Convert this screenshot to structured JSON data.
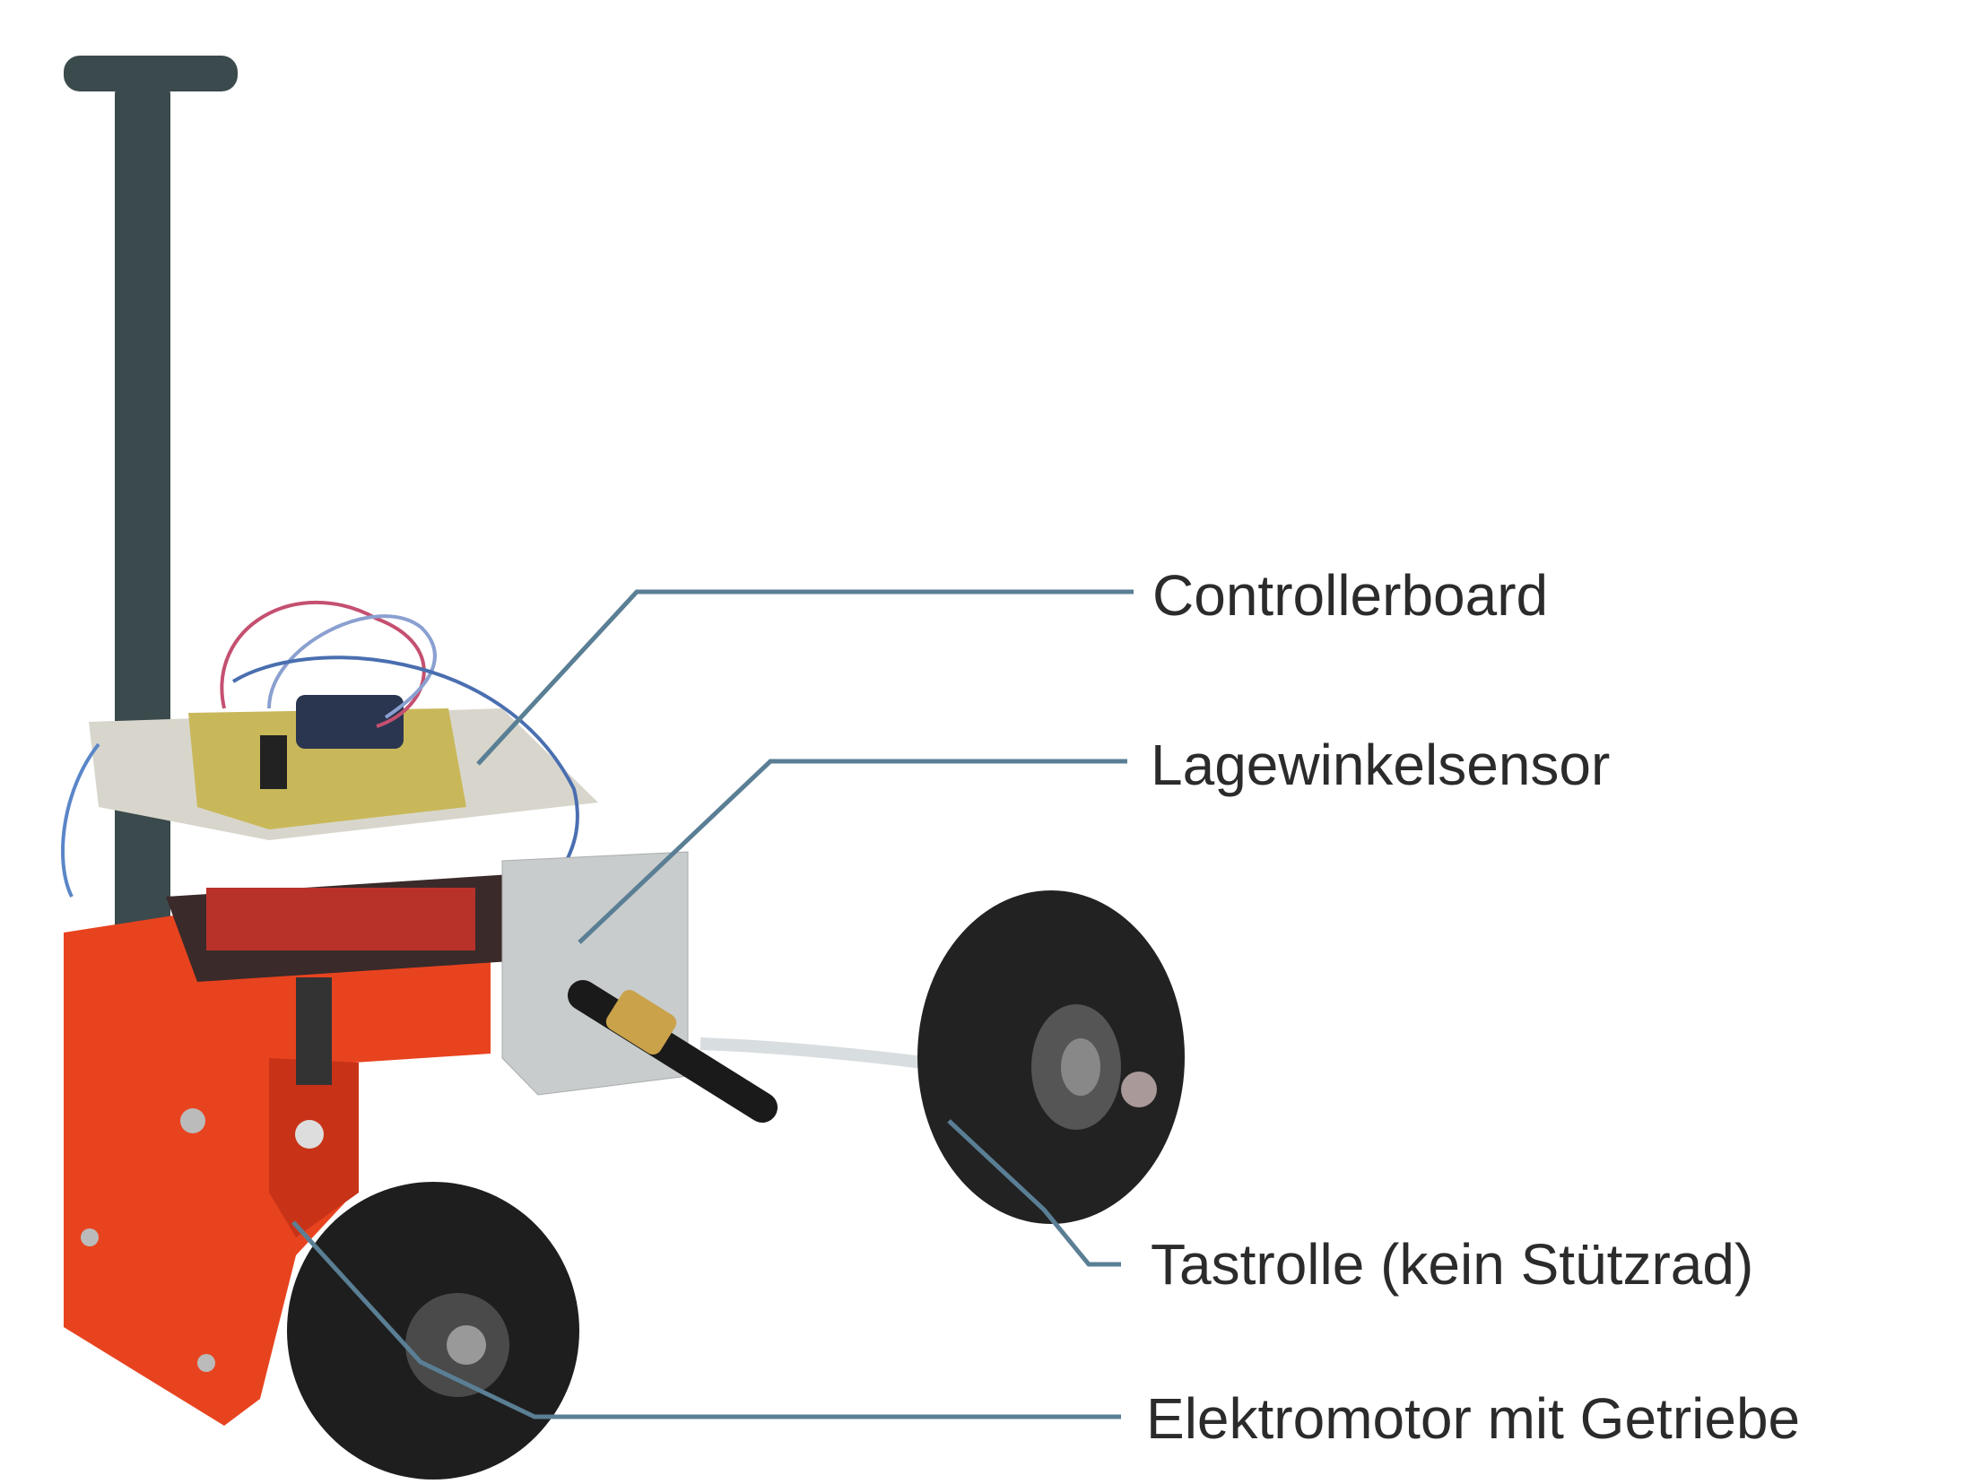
{
  "labels": {
    "controllerboard": "Controllerboard",
    "lagewinkelsensor": "Lagewinkelsensor",
    "tastrolle": "Tastrolle (kein Stützrad)",
    "elektromotor": "Elektromotor mit Getriebe"
  },
  "colors": {
    "leader_line": "#5a7f95",
    "body": "#e8431f",
    "pole": "#3b4a4c",
    "wheel": "#222222",
    "bracket": "#c9cccd",
    "brass": "#c9a24a"
  }
}
